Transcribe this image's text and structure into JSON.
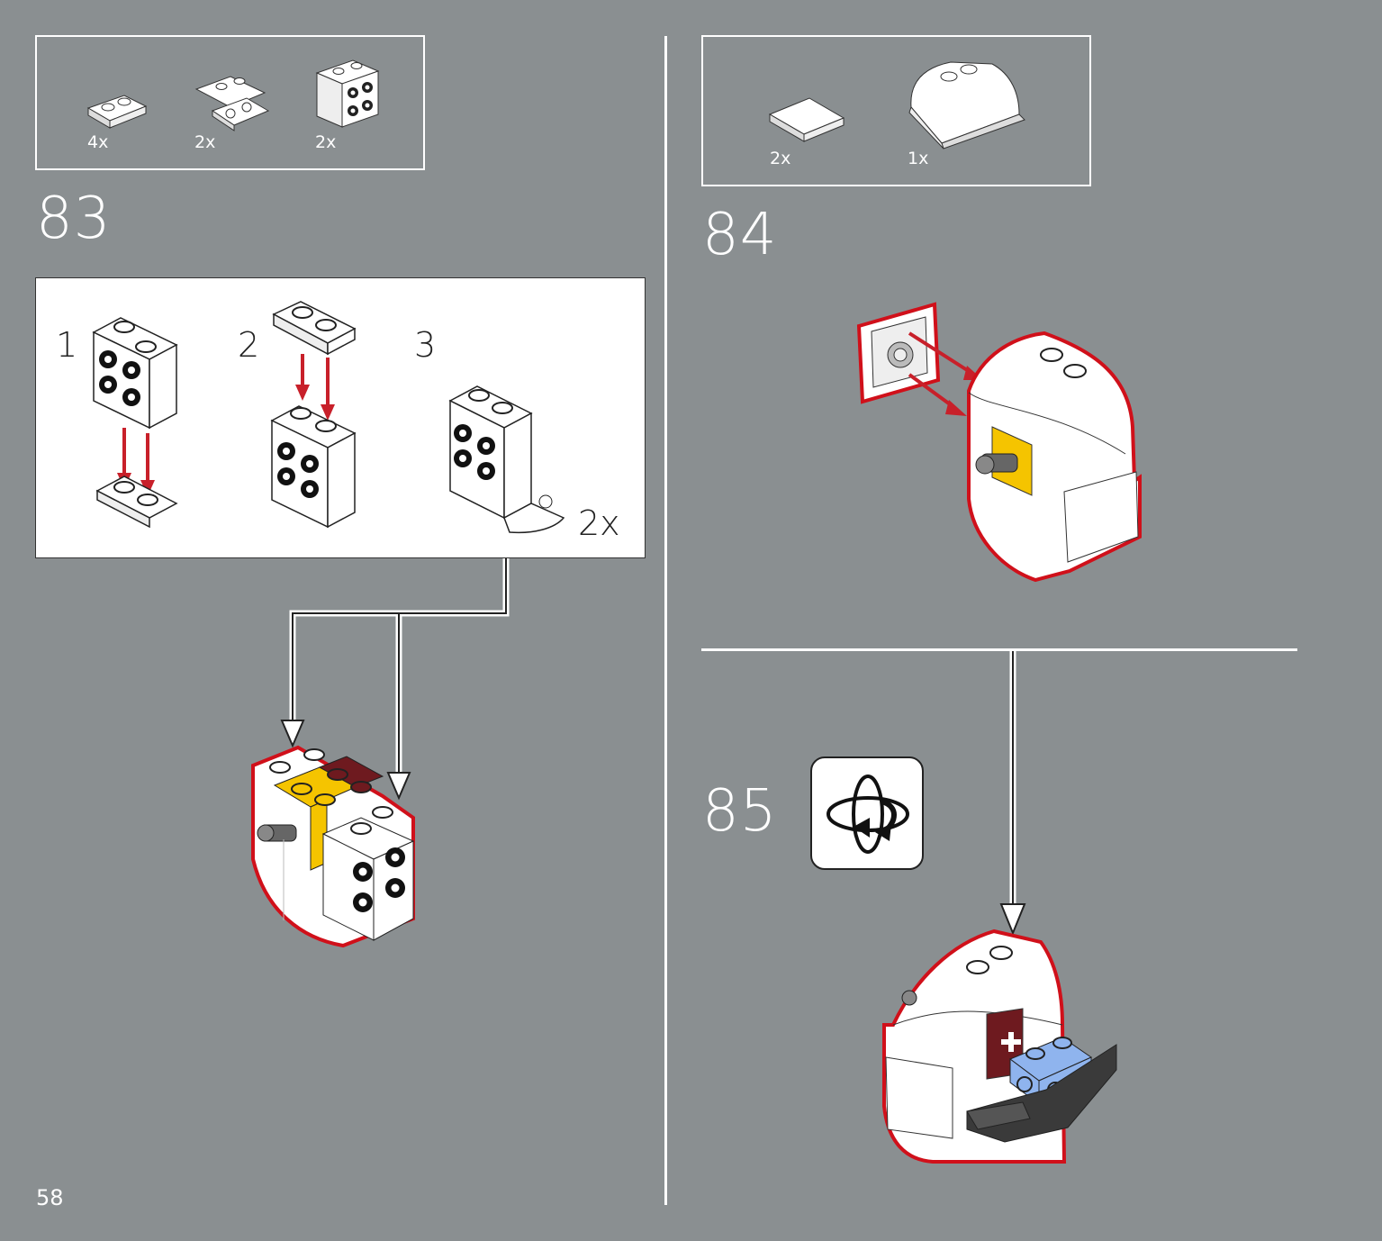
{
  "page_number": "58",
  "steps": [
    {
      "number": "83",
      "parts": [
        {
          "qty": "4x",
          "icon": "plate-1x2-white-icon"
        },
        {
          "qty": "2x",
          "icon": "inverted-bracket-white-icon"
        },
        {
          "qty": "2x",
          "icon": "bracket-studs-side-white-icon"
        }
      ],
      "substeps": [
        "1",
        "2",
        "3"
      ],
      "substep_multiplier": "2x"
    },
    {
      "number": "84",
      "parts": [
        {
          "qty": "2x",
          "icon": "tile-2x2-white-icon"
        },
        {
          "qty": "1x",
          "icon": "curved-slope-white-icon"
        }
      ]
    },
    {
      "number": "85",
      "rotate_icon": "rotate-model-icon"
    }
  ],
  "colors": {
    "background": "#8a8f91",
    "highlight": "#d0101a",
    "arrow_red": "#c8202a",
    "brick_white": "#ffffff",
    "brick_yellow": "#f5c400",
    "brick_dark_red": "#6e1a1f",
    "brick_blue": "#8fb4ee"
  }
}
